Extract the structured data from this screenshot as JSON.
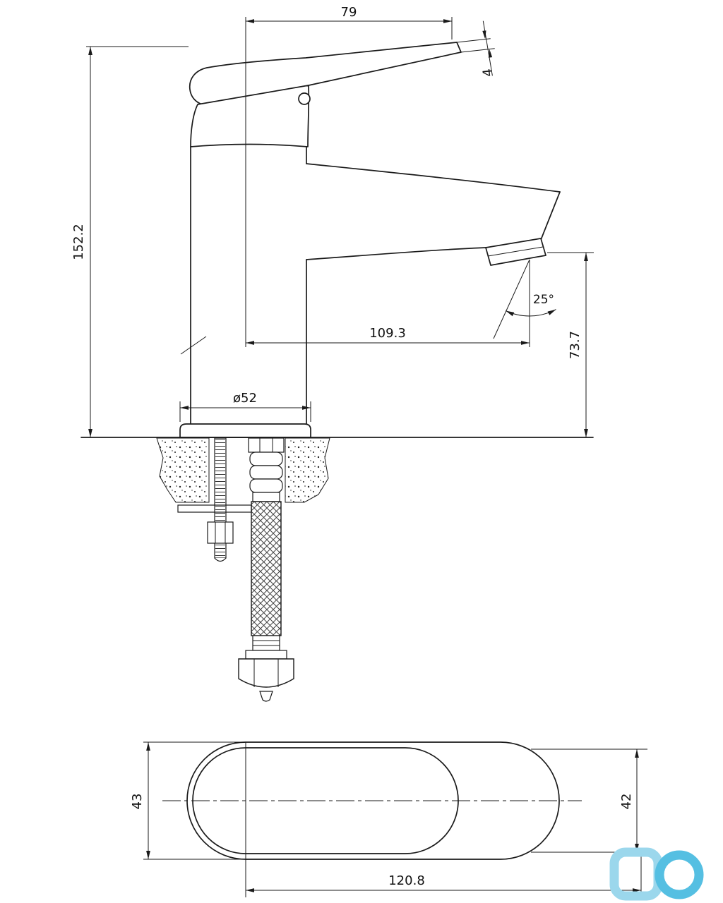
{
  "side_view": {
    "handle_length": "79",
    "handle_tip_thickness": "4",
    "total_height": "152.2",
    "spout_reach": "109.3",
    "spray_angle": "25°",
    "outlet_height": "73.7",
    "base_diameter": "ø52"
  },
  "top_view": {
    "left_width": "43",
    "right_width": "42",
    "overall_length": "120.8"
  },
  "logo": {
    "light": "#9bd7ec",
    "dark": "#55bfe2"
  }
}
